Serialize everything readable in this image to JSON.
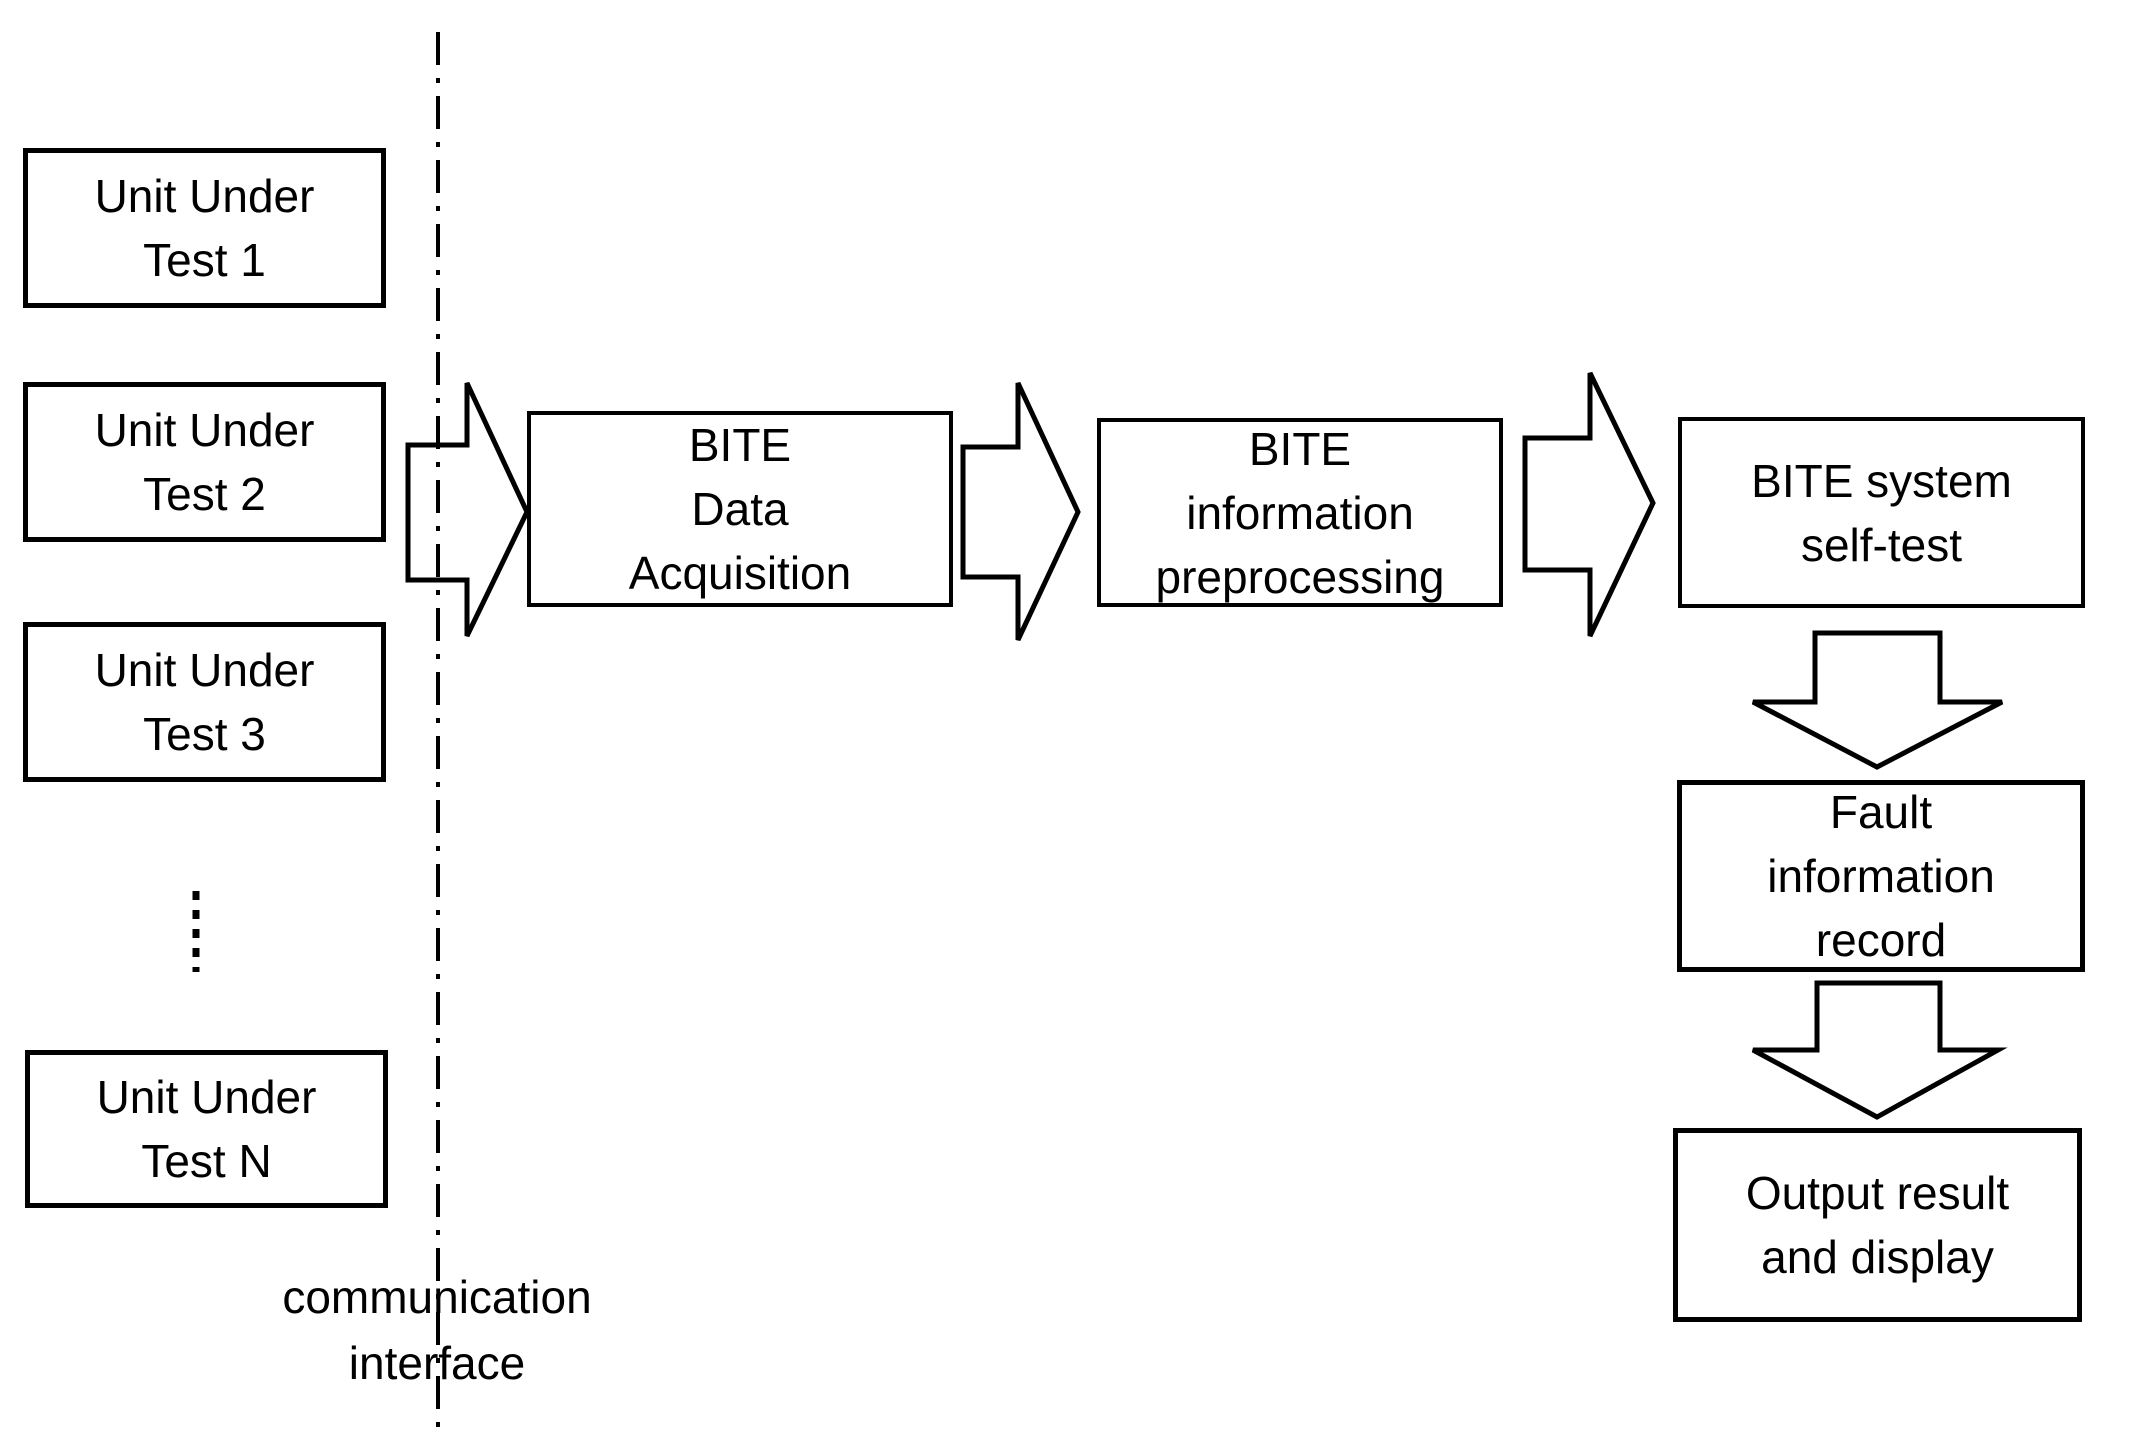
{
  "colors": {
    "background": "#ffffff",
    "stroke": "#000000",
    "text": "#000000"
  },
  "unit_under_test": {
    "boxes": [
      {
        "label": "Unit Under\nTest 1"
      },
      {
        "label": "Unit Under\nTest 2"
      },
      {
        "label": "Unit Under\nTest 3"
      },
      {
        "label": "Unit Under\nTest N"
      }
    ],
    "ellipsis_icon": "⋮"
  },
  "divider": {
    "label": "communication\ninterface"
  },
  "flow": {
    "boxes": [
      {
        "label": "BITE\nData\nAcquisition"
      },
      {
        "label": "BITE\ninformation\npreprocessing"
      },
      {
        "label": "BITE system\nself-test"
      },
      {
        "label": "Fault\ninformation\nrecord"
      },
      {
        "label": "Output result\nand display"
      }
    ]
  }
}
